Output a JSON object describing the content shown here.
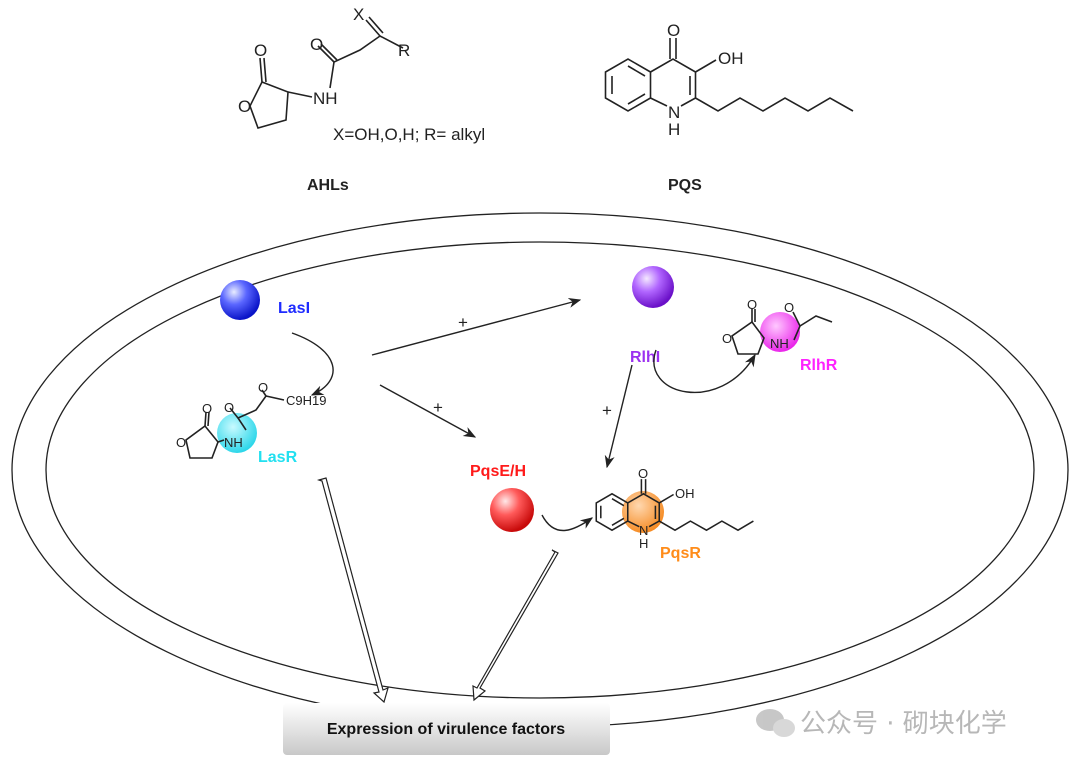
{
  "structures": {
    "ahl": {
      "name": "AHLs",
      "caption": "X=OH,O,H; R= alkyl",
      "atoms": {
        "x": "X",
        "r": "R",
        "o1": "O",
        "o2": "O",
        "o3": "O",
        "nh": "NH"
      }
    },
    "pqs": {
      "name": "PQS",
      "atoms": {
        "o": "O",
        "oh": "OH",
        "n": "N",
        "h": "H"
      }
    }
  },
  "cell": {
    "lasi": {
      "label": "LasI",
      "color": "#1f2cff"
    },
    "rhli": {
      "label": "RlhI",
      "color": "#9b30f0"
    },
    "pqseh": {
      "label": "PqsE/H",
      "color": "#ff1a1a"
    },
    "lasr": {
      "label": "LasR",
      "color": "#22e0f0",
      "atoms": {
        "o1": "O",
        "o2": "O",
        "o3": "O",
        "o4": "O",
        "nh": "NH",
        "chain": "C9H19"
      }
    },
    "rhlr": {
      "label": "RlhR",
      "color": "#ff22ff",
      "atoms": {
        "o1": "O",
        "o2": "O",
        "o3": "O",
        "nh": "NH"
      }
    },
    "pqsr": {
      "label": "PqsR",
      "color": "#ff8c1a",
      "atoms": {
        "o": "O",
        "oh": "OH",
        "n": "N",
        "h": "H"
      }
    },
    "plus_signs": [
      "+",
      "+",
      "+"
    ]
  },
  "output_box": {
    "label": "Expression of virulence factors"
  },
  "watermark": {
    "text": "公众号 · 砌块化学"
  }
}
